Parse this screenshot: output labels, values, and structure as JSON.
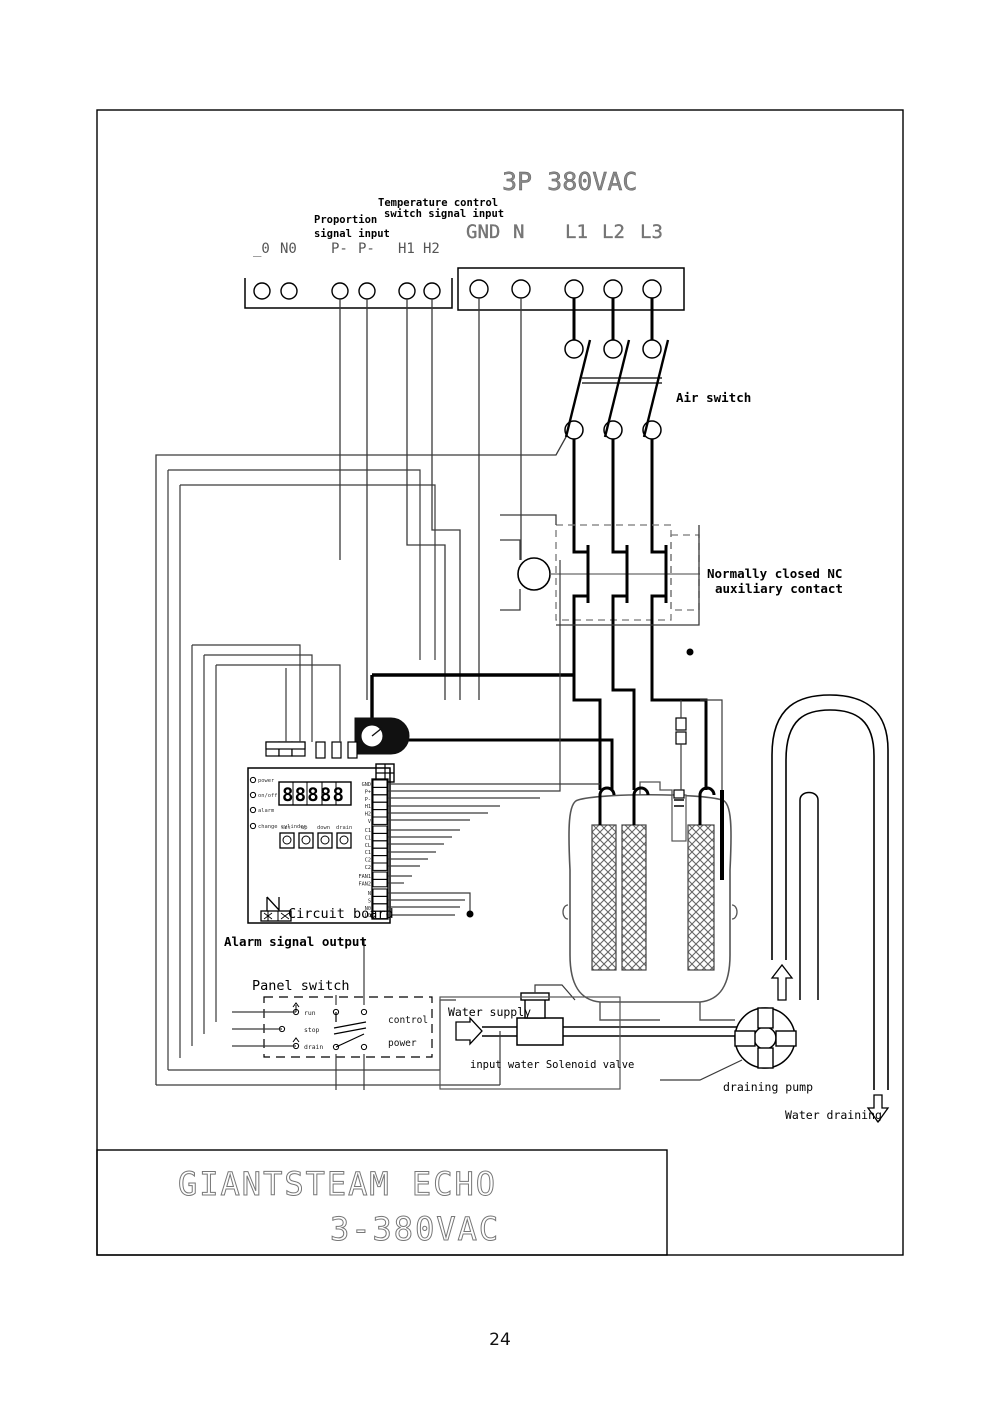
{
  "document": {
    "page_number": "24",
    "title_block": {
      "line1": "GIANTSTEAM ECHO",
      "line2": "3-380VAC"
    }
  },
  "power_input": {
    "heading": "3P 380VAC",
    "terminal_labels": [
      "GND",
      "N",
      "L1",
      "L2",
      "L3"
    ]
  },
  "signal_input": {
    "temperature_control_label_line1": "Temperature control",
    "temperature_control_label_line2": "switch signal input",
    "proportion_label_line1": "Proportion",
    "proportion_label_line2": "signal input",
    "terminal_labels": [
      "_0",
      "N0",
      "P-",
      "P-",
      "H1",
      "H2"
    ]
  },
  "air_switch": {
    "label": "Air switch"
  },
  "contactor": {
    "label_line1": "Normally closed  NC",
    "label_line2": "auxiliary contact"
  },
  "circuit_board": {
    "title": "Circuit board",
    "display_digits": "88888",
    "status_leds": [
      "power",
      "on/off",
      "alarm",
      "change cylinder"
    ],
    "buttons": [
      "set",
      "up",
      "down",
      "drain"
    ],
    "terminal_labels": [
      "GND",
      "P+",
      "P-",
      "H1",
      "H2",
      "V",
      "C1",
      "C1",
      "CL",
      "C1",
      "C2",
      "C2",
      "FAN1",
      "FAN2",
      "N",
      "S",
      "N0",
      "L0"
    ],
    "alarm_output_label": "Alarm signal output"
  },
  "panel_switch": {
    "title": "Panel switch",
    "positions": [
      "run",
      "stop",
      "drain"
    ],
    "right_labels": [
      "control",
      "power"
    ]
  },
  "water": {
    "supply_label": "Water supply",
    "solenoid_label": "input water Solenoid valve",
    "pump_label": "draining pump",
    "draining_label": "Water draining"
  },
  "colors": {
    "line": "#000000",
    "thin": "#3a3a3a",
    "gray": "#6a6a6a",
    "frame": "#000000",
    "hatch": "#555555",
    "title_outline": "#777777"
  }
}
